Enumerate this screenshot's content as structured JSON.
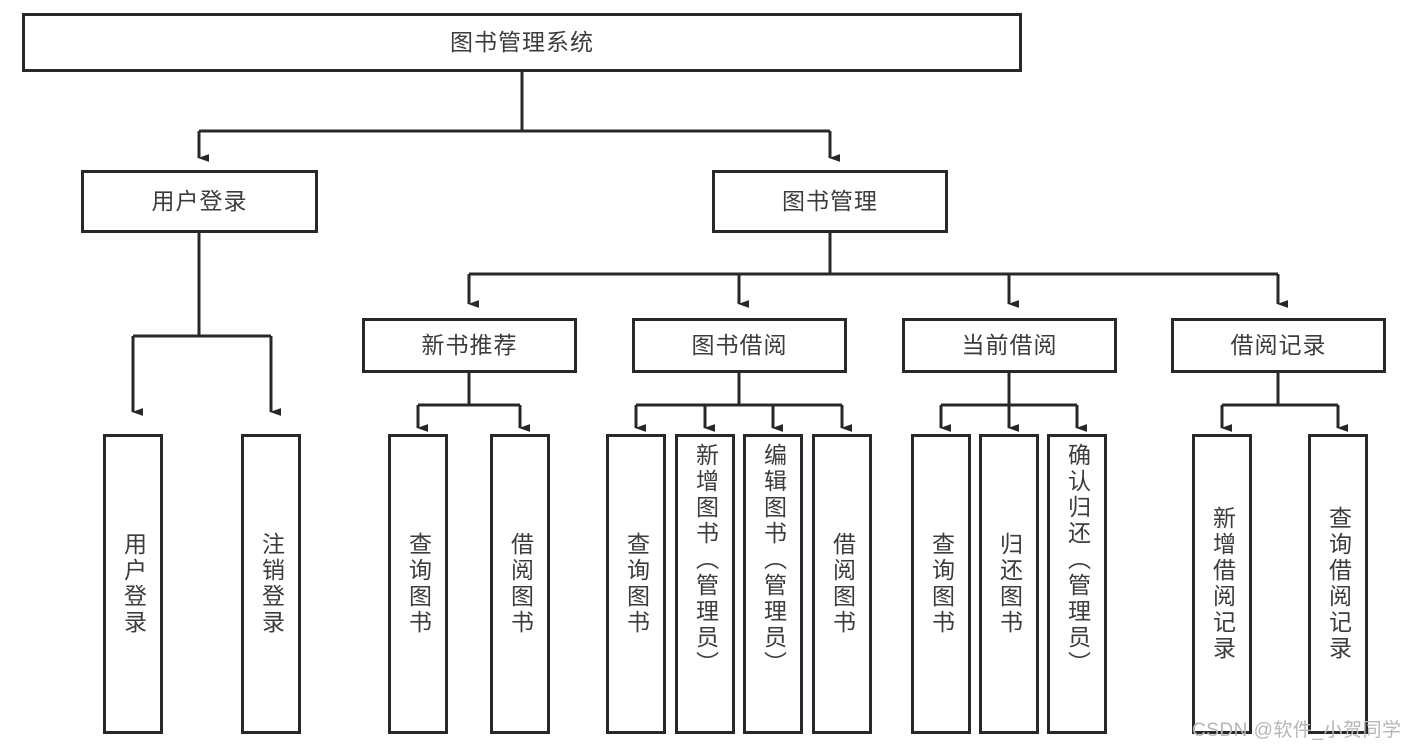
{
  "diagram": {
    "type": "tree-hierarchy",
    "title": "图书管理系统",
    "watermark": "CSDN @软件_小贺同学",
    "colors": {
      "stroke": "#26282b",
      "text": "#3c3c3c",
      "background": "#ffffff",
      "watermark": "#b6b6b6"
    },
    "levels": {
      "root": {
        "label": "图书管理系统"
      },
      "level1": [
        {
          "id": "user-login",
          "label": "用户登录"
        },
        {
          "id": "book-manage",
          "label": "图书管理"
        }
      ],
      "level2": [
        {
          "id": "new-book-recommend",
          "label": "新书推荐",
          "parent": "book-manage"
        },
        {
          "id": "book-borrow",
          "label": "图书借阅",
          "parent": "book-manage"
        },
        {
          "id": "current-borrow",
          "label": "当前借阅",
          "parent": "book-manage"
        },
        {
          "id": "borrow-record",
          "label": "借阅记录",
          "parent": "book-manage"
        }
      ],
      "leaves": [
        {
          "id": "leaf-user-login",
          "label": "用户登录",
          "parent": "user-login"
        },
        {
          "id": "leaf-user-logout",
          "label": "注销登录",
          "parent": "user-login"
        },
        {
          "id": "leaf-query-book-1",
          "label": "查询图书",
          "parent": "new-book-recommend"
        },
        {
          "id": "leaf-borrow-book-1",
          "label": "借阅图书",
          "parent": "new-book-recommend"
        },
        {
          "id": "leaf-query-book-2",
          "label": "查询图书",
          "parent": "book-borrow"
        },
        {
          "id": "leaf-add-book",
          "label": "新增图书（管理员）",
          "parent": "book-borrow"
        },
        {
          "id": "leaf-edit-book",
          "label": "编辑图书（管理员）",
          "parent": "book-borrow"
        },
        {
          "id": "leaf-borrow-book-2",
          "label": "借阅图书",
          "parent": "book-borrow"
        },
        {
          "id": "leaf-query-book-3",
          "label": "查询图书",
          "parent": "current-borrow"
        },
        {
          "id": "leaf-return-book",
          "label": "归还图书",
          "parent": "current-borrow"
        },
        {
          "id": "leaf-confirm-return",
          "label": "确认归还（管理员）",
          "parent": "current-borrow"
        },
        {
          "id": "leaf-add-record",
          "label": "新增借阅记录",
          "parent": "borrow-record"
        },
        {
          "id": "leaf-query-record",
          "label": "查询借阅记录",
          "parent": "borrow-record"
        }
      ]
    }
  }
}
